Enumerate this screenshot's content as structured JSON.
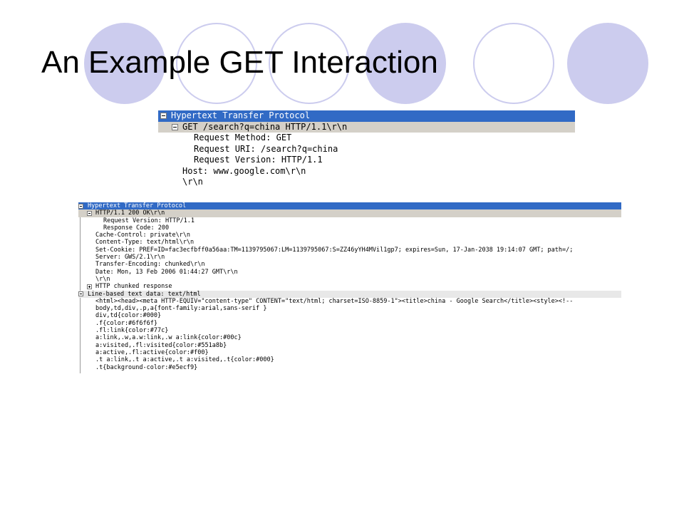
{
  "slide": {
    "title": "An Example GET Interaction"
  },
  "colors": {
    "circle_fill": "#ccccee",
    "selection": "#316ac5",
    "row_highlight": "#d4d0c8"
  },
  "request_pane": {
    "rows": [
      "Hypertext Transfer Protocol",
      "GET /search?q=china HTTP/1.1\\r\\n",
      "Request Method: GET",
      "Request URI: /search?q=china",
      "Request Version: HTTP/1.1",
      "Host: www.google.com\\r\\n",
      "\\r\\n"
    ]
  },
  "response_pane": {
    "rows": [
      "Hypertext Transfer Protocol",
      "HTTP/1.1 200 OK\\r\\n",
      "Request Version: HTTP/1.1",
      "Response Code: 200",
      "Cache-Control: private\\r\\n",
      "Content-Type: text/html\\r\\n",
      "Set-Cookie: PREF=ID=fac3ecfbff0a56aa:TM=1139795067:LM=1139795067:S=ZZ46yYH4MVil1gp7; expires=Sun, 17-Jan-2038 19:14:07 GMT; path=/;",
      "Server: GWS/2.1\\r\\n",
      "Transfer-Encoding: chunked\\r\\n",
      "Date: Mon, 13 Feb 2006 01:44:27 GMT\\r\\n",
      "\\r\\n",
      "HTTP chunked response",
      "Line-based text data: text/html",
      "<html><head><meta HTTP-EQUIV=\"content-type\" CONTENT=\"text/html; charset=ISO-8859-1\"><title>china - Google Search</title><style><!--",
      "body,td,div,.p,a{font-family:arial,sans-serif }",
      "div,td{color:#000}",
      ".f{color:#6f6f6f}",
      ".fl:link{color:#77c}",
      "a:link,.w,a.w:link,.w a:link{color:#00c}",
      "a:visited,.fl:visited{color:#551a8b}",
      "a:active,.fl:active{color:#f00}",
      ".t a:link,.t a:active,.t a:visited,.t{color:#000}",
      ".t{background-color:#e5ecf9}"
    ]
  }
}
